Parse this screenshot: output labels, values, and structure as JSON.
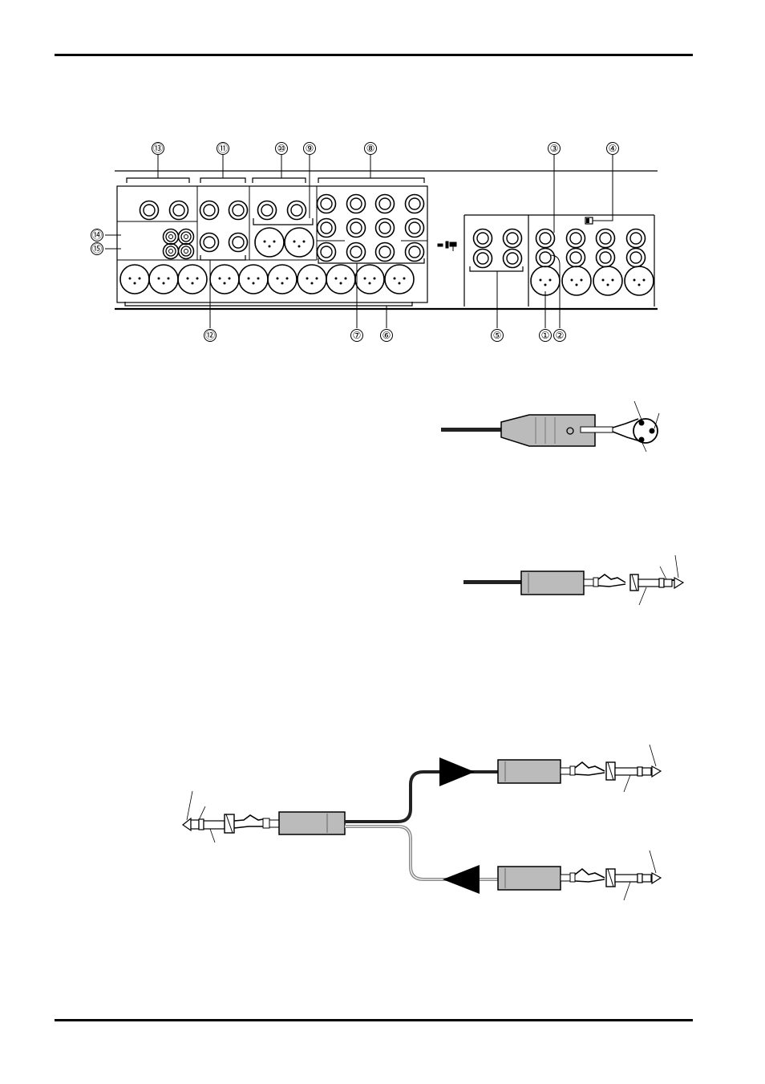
{
  "panel": {
    "callouts": [
      {
        "id": "13",
        "label": "⑬"
      },
      {
        "id": "11",
        "label": "⑪"
      },
      {
        "id": "10",
        "label": "⑩"
      },
      {
        "id": "9",
        "label": "⑨"
      },
      {
        "id": "8",
        "label": "⑧"
      },
      {
        "id": "3",
        "label": "③"
      },
      {
        "id": "4",
        "label": "④"
      },
      {
        "id": "14",
        "label": "⑭"
      },
      {
        "id": "15",
        "label": "⑮"
      },
      {
        "id": "12",
        "label": "⑫"
      },
      {
        "id": "7",
        "label": "⑦"
      },
      {
        "id": "6",
        "label": "⑥"
      },
      {
        "id": "5",
        "label": "⑤"
      },
      {
        "id": "1",
        "label": "①"
      },
      {
        "id": "2",
        "label": "②"
      }
    ]
  }
}
